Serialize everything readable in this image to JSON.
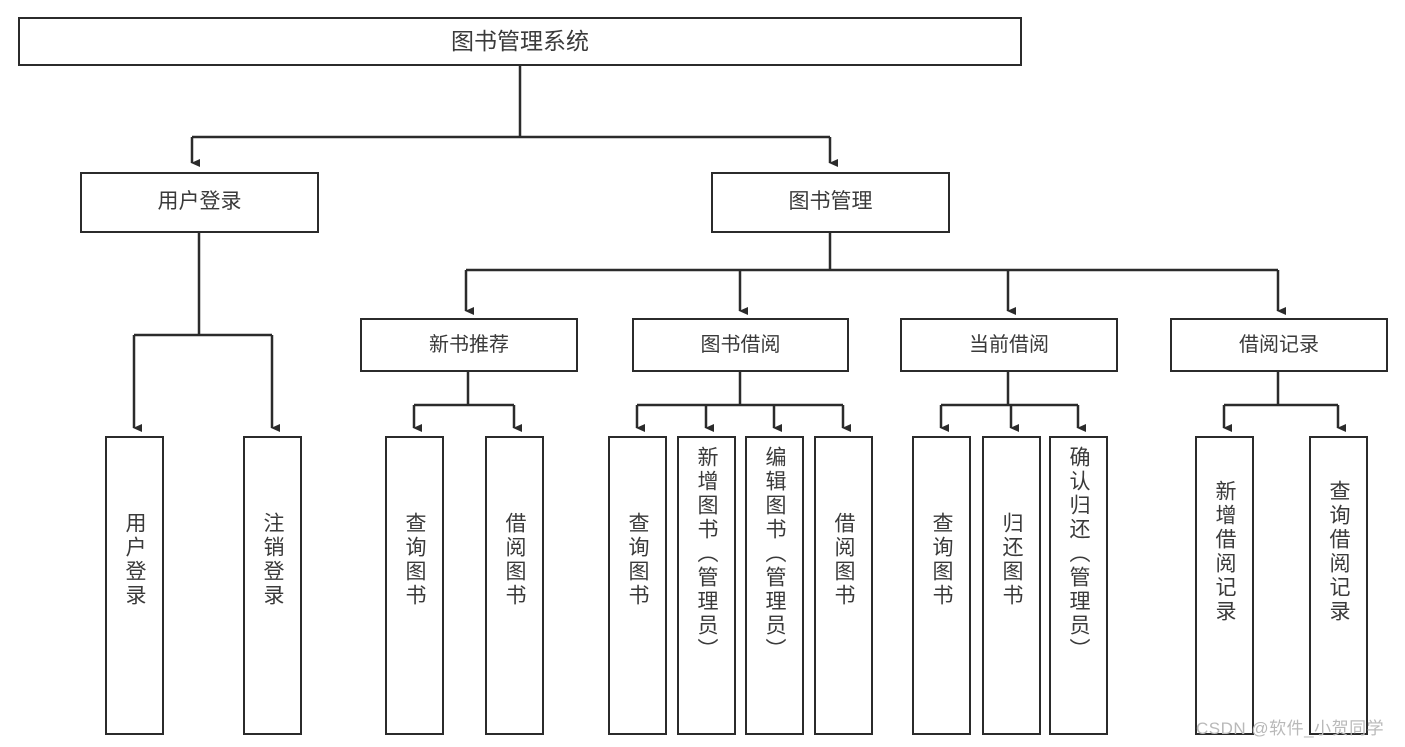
{
  "diagram": {
    "type": "tree-hierarchy",
    "title": "图书管理系统",
    "root": {
      "id": "root",
      "label": "图书管理系统"
    },
    "level2": [
      {
        "id": "user-login",
        "label": "用户登录"
      },
      {
        "id": "book-management",
        "label": "图书管理"
      }
    ],
    "level3": [
      {
        "id": "new-book-recommend",
        "label": "新书推荐",
        "parent": "book-management"
      },
      {
        "id": "book-borrow",
        "label": "图书借阅",
        "parent": "book-management"
      },
      {
        "id": "current-borrow",
        "label": "当前借阅",
        "parent": "book-management"
      },
      {
        "id": "borrow-record",
        "label": "借阅记录",
        "parent": "book-management"
      }
    ],
    "leaves": {
      "user_login": [
        {
          "id": "leaf-user-login",
          "label": "用户登录"
        },
        {
          "id": "leaf-logout-login",
          "label": "注销登录"
        }
      ],
      "new_book_recommend": [
        {
          "id": "leaf-query-book-1",
          "label": "查询图书"
        },
        {
          "id": "leaf-borrow-book-1",
          "label": "借阅图书"
        }
      ],
      "book_borrow": [
        {
          "id": "leaf-query-book-2",
          "label": "查询图书"
        },
        {
          "id": "leaf-add-book",
          "label": "新增图书（管理员）"
        },
        {
          "id": "leaf-edit-book",
          "label": "编辑图书（管理员）"
        },
        {
          "id": "leaf-borrow-book-2",
          "label": "借阅图书"
        }
      ],
      "current_borrow": [
        {
          "id": "leaf-query-book-3",
          "label": "查询图书"
        },
        {
          "id": "leaf-return-book",
          "label": "归还图书"
        },
        {
          "id": "leaf-confirm-return",
          "label": "确认归还（管理员）"
        }
      ],
      "borrow_record": [
        {
          "id": "leaf-add-record",
          "label": "新增借阅记录"
        },
        {
          "id": "leaf-query-record",
          "label": "查询借阅记录"
        }
      ]
    }
  },
  "watermark": {
    "text": "CSDN @软件_小贺同学"
  },
  "colors": {
    "stroke": "#2b2b2b",
    "text": "#3a3a3a",
    "background": "#ffffff",
    "watermark": "#b9b9b9"
  }
}
